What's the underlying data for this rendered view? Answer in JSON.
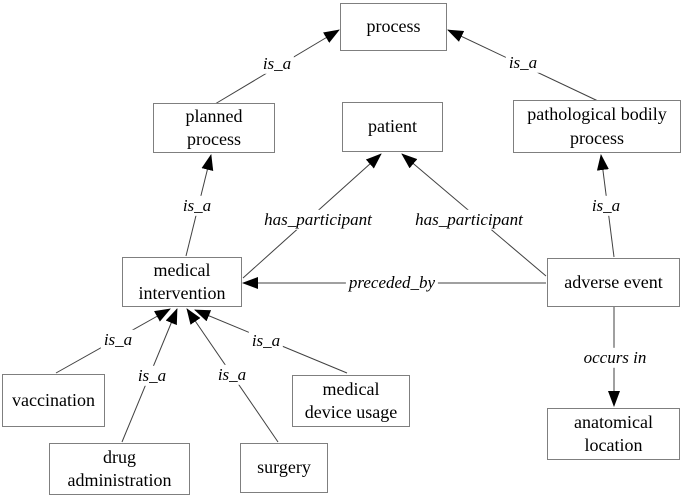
{
  "diagram": {
    "nodes": {
      "process": "process",
      "planned_process": "planned\nprocess",
      "patient": "patient",
      "pathological_bodily_process": "pathological bodily\nprocess",
      "medical_intervention": "medical\nintervention",
      "adverse_event": "adverse event",
      "vaccination": "vaccination",
      "drug_administration": "drug\nadministration",
      "surgery": "surgery",
      "medical_device_usage": "medical\ndevice usage",
      "anatomical_location": "anatomical\nlocation"
    },
    "edge_labels": {
      "planned_process_is_a": "is_a",
      "pathological_is_a": "is_a",
      "medical_intervention_is_a": "is_a",
      "medical_intervention_has_participant": "has_participant",
      "adverse_event_has_participant": "has_participant",
      "adverse_event_is_a": "is_a",
      "preceded_by": "preceded_by",
      "occurs_in": "occurs in",
      "vaccination_is_a": "is_a",
      "drug_administration_is_a": "is_a",
      "surgery_is_a": "is_a",
      "medical_device_usage_is_a": "is_a"
    },
    "colors": {
      "background": "#ffffff",
      "box_border": "#7f7f7f",
      "box_fill": "#ffffff",
      "line": "#404040",
      "arrow": "#000000",
      "text": "#000000"
    }
  }
}
